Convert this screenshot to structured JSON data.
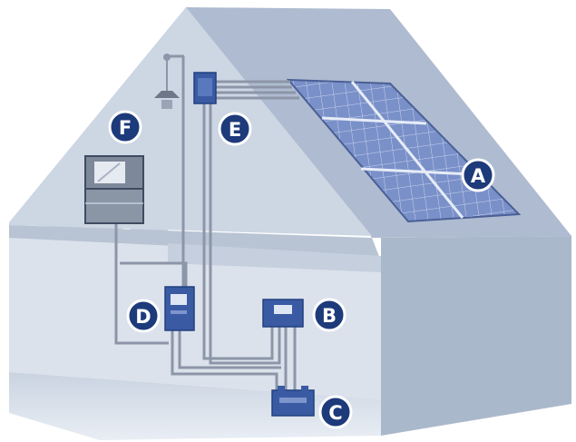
{
  "labels": {
    "a": "A",
    "b": "B",
    "c": "C",
    "d": "D",
    "e": "E",
    "f": "F"
  },
  "colors": {
    "house_wall": "#b9c4d4",
    "house_inner": "#d8e0ea",
    "panel_blue": "#6f85c0",
    "cable_gray": "#8b95a6",
    "equipment_blue": "#3a5aa3",
    "badge_navy": "#1d3a7a"
  }
}
